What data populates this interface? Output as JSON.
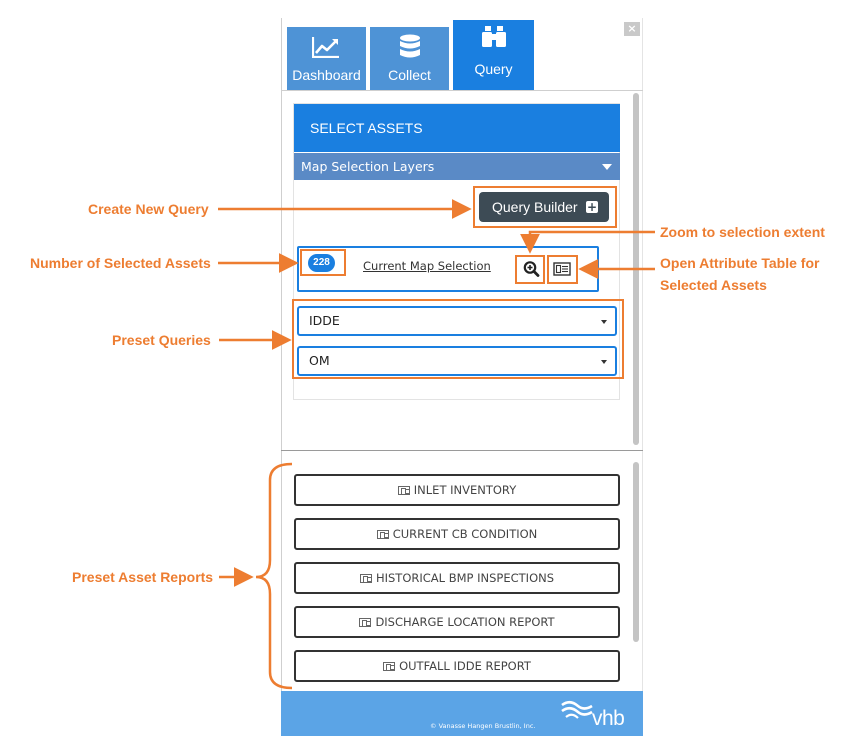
{
  "tabs": [
    {
      "label": "Dashboard",
      "icon": "line-chart-icon"
    },
    {
      "label": "Collect",
      "icon": "database-icon"
    },
    {
      "label": "Query",
      "icon": "binoculars-icon",
      "active": true
    }
  ],
  "close_label": "×",
  "select_assets": {
    "title": "SELECT ASSETS",
    "layers_dropdown": "Map Selection Layers"
  },
  "query_builder_label": "Query Builder",
  "current_selection": {
    "count": "228",
    "link_text": "Current Map Selection"
  },
  "preset_queries": [
    "IDDE",
    "OM"
  ],
  "reports": [
    "INLET INVENTORY",
    "CURRENT CB CONDITION",
    "HISTORICAL BMP INSPECTIONS",
    "DISCHARGE LOCATION REPORT",
    "OUTFALL IDDE REPORT"
  ],
  "footer": {
    "copyright": "© Vanasse Hangen Brustlin, Inc.",
    "logo_text": "vhb"
  },
  "annotations": {
    "create_new_query": "Create New Query",
    "number_selected": "Number of Selected Assets",
    "zoom_extent": "Zoom to selection extent",
    "open_attribute_line1": "Open Attribute Table for",
    "open_attribute_line2": "Selected Assets",
    "preset_queries": "Preset Queries",
    "preset_reports": "Preset Asset Reports"
  },
  "colors": {
    "accent": "#1a7fe0",
    "tab_inactive": "#4e93d6",
    "annotation": "#ed7d31",
    "footer": "#5ba4e6",
    "button_dark": "#3d4b55"
  }
}
